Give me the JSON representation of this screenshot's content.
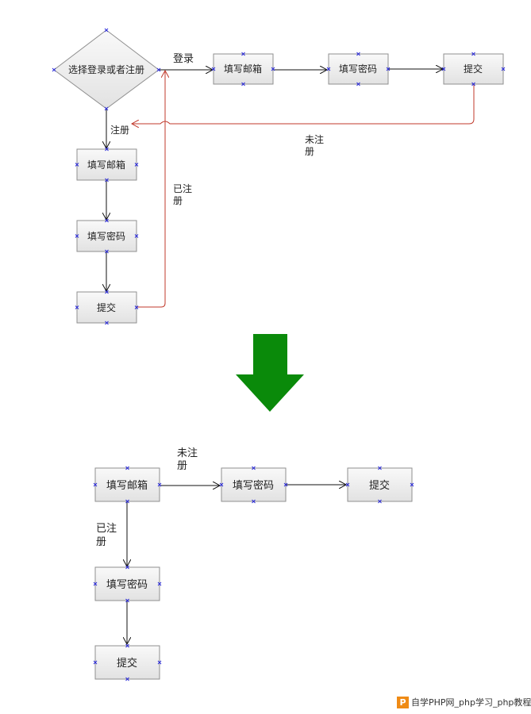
{
  "top": {
    "nodes": {
      "choose": "选择登录或者注册",
      "email_login": "填写邮箱",
      "pwd_login": "填写密码",
      "submit_login": "提交",
      "email_reg": "填写邮箱",
      "pwd_reg": "填写密码",
      "submit_reg": "提交"
    },
    "edge_labels": {
      "login": "登录",
      "register": "注册",
      "not_registered": [
        "未注",
        "册"
      ],
      "registered": [
        "已注",
        "册"
      ]
    }
  },
  "arrow": {
    "color": "#0a8a0a"
  },
  "bottom": {
    "nodes": {
      "email": "填写邮箱",
      "pwd_right": "填写密码",
      "submit_right": "提交",
      "pwd_down": "填写密码",
      "submit_down": "提交"
    },
    "edge_labels": {
      "not_registered": [
        "未注",
        "册"
      ],
      "registered": [
        "已注",
        "册"
      ]
    }
  },
  "colors": {
    "red_edge": "#c0392b",
    "handle": "#2b2bdc"
  },
  "watermark": {
    "logo": "P",
    "text": "自学PHP网_php学习_php教程"
  }
}
